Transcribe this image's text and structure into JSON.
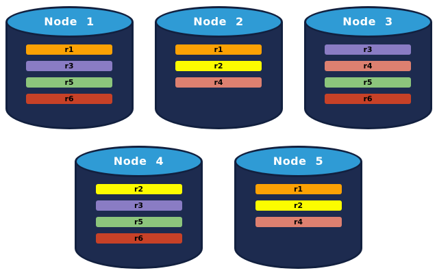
{
  "diagram": {
    "description": "Five database node cylinders showing distribution of replicas r1-r6",
    "colors": {
      "background": "#ffffff",
      "cylinder_body": "#1d2b4f",
      "cylinder_outline": "#12203f",
      "cylinder_top": "#2f9bd5",
      "node_label_text": "#ffffff",
      "replica_label_text": "#000000"
    }
  },
  "nodes": [
    {
      "label": "Node 1",
      "row": 1,
      "replicas": [
        {
          "label": "r1",
          "color": "#FBA104"
        },
        {
          "label": "r3",
          "color": "#8A7CC4"
        },
        {
          "label": "r5",
          "color": "#8CC57C"
        },
        {
          "label": "r6",
          "color": "#C74127"
        }
      ]
    },
    {
      "label": "Node 2",
      "row": 1,
      "replicas": [
        {
          "label": "r1",
          "color": "#FBA104"
        },
        {
          "label": "r2",
          "color": "#FCFC00"
        },
        {
          "label": "r4",
          "color": "#DD8070"
        }
      ]
    },
    {
      "label": "Node 3",
      "row": 1,
      "replicas": [
        {
          "label": "r3",
          "color": "#8A7CC4"
        },
        {
          "label": "r4",
          "color": "#DD8070"
        },
        {
          "label": "r5",
          "color": "#8CC57C"
        },
        {
          "label": "r6",
          "color": "#C74127"
        }
      ]
    },
    {
      "label": "Node 4",
      "row": 2,
      "replicas": [
        {
          "label": "r2",
          "color": "#FCFC00"
        },
        {
          "label": "r3",
          "color": "#8A7CC4"
        },
        {
          "label": "r5",
          "color": "#8CC57C"
        },
        {
          "label": "r6",
          "color": "#C74127"
        }
      ]
    },
    {
      "label": "Node 5",
      "row": 2,
      "replicas": [
        {
          "label": "r1",
          "color": "#FBA104"
        },
        {
          "label": "r2",
          "color": "#FCFC00"
        },
        {
          "label": "r4",
          "color": "#DD8070"
        }
      ]
    }
  ]
}
